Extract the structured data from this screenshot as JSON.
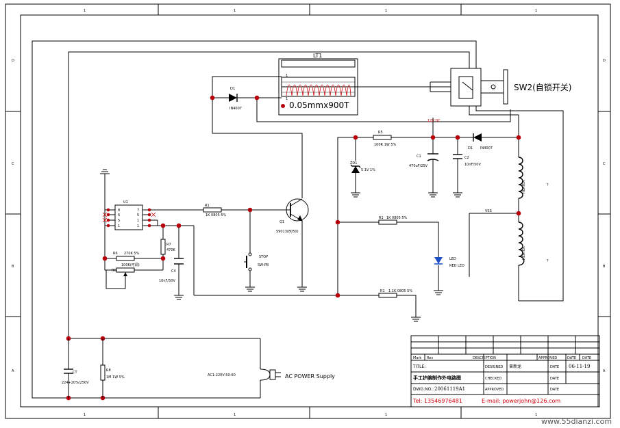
{
  "border": {
    "top_cols": [
      "1",
      "1",
      "1",
      "1"
    ],
    "bottom_cols": [
      "1",
      "1",
      "1",
      "1"
    ],
    "left_rows": [
      "D",
      "C",
      "B",
      "A"
    ],
    "right_rows": [
      "D",
      "C",
      "B",
      "A"
    ]
  },
  "lt1": {
    "name": "LT1",
    "spec": "0.05mmx900T",
    "pin1": "1",
    "pin2": "1"
  },
  "sw2": {
    "label": "SW2(自锁开关)"
  },
  "d1_top": {
    "ref": "D1",
    "part": "IN4007"
  },
  "d1_right": {
    "ref": "D1",
    "part": "IN4007"
  },
  "vcc": {
    "label": "12V DC"
  },
  "r5": {
    "ref": "R5",
    "value": "100R 1W 5%"
  },
  "zd1": {
    "ref": "ZD1",
    "value": "5.1V 1%"
  },
  "c1": {
    "ref": "C1",
    "value": "470uF/25V"
  },
  "c_e": {
    "ref": "C2",
    "value": "10nF/50V"
  },
  "u1": {
    "ref": "U1",
    "pins_left": [
      "8",
      "6",
      "5",
      "1"
    ],
    "pins_right": [
      "7",
      "5",
      "1",
      "1"
    ]
  },
  "r1_base": {
    "ref": "R1",
    "value": "1K 0805 5%"
  },
  "q1": {
    "ref": "Q1",
    "part": "S9013(8050)"
  },
  "stop": {
    "ref": "STOP",
    "part": "SW-PB"
  },
  "r_led": {
    "ref": "R1",
    "value": "1K 0805 5%"
  },
  "led": {
    "ref": "LED",
    "label": "RED LED"
  },
  "r_bot": {
    "ref": "R1",
    "value": "1.1K 0805 5%"
  },
  "r6": {
    "ref": "R6",
    "value": "270K 5%"
  },
  "r4": {
    "ref": "R6",
    "value": "100K(可调)"
  },
  "r_mid": {
    "ref": "R7",
    "value": "470K"
  },
  "c4": {
    "ref": "C4",
    "value": "10nF/50V"
  },
  "heater1": {
    "label": "HEATER",
    "pin": "?"
  },
  "heater2": {
    "label": "HEATER",
    "pin": "?"
  },
  "vss": {
    "label": "VSS"
  },
  "ct": {
    "ref": "CT",
    "value": "224+20%/250V"
  },
  "r8": {
    "ref": "R8",
    "value": "1M 1W 5%"
  },
  "ac_in": {
    "spec": "AC1-220V-50-60",
    "label": "AC POWER Supply"
  },
  "title_block": {
    "row0": [
      "Mark",
      "Rev",
      "DESCRIPTION",
      "APPROVED",
      "DATE",
      "DATE"
    ],
    "title_key": "TITLE:",
    "title_value": "手工护腕制作外电路图",
    "drawn_key": "DESIGNED",
    "drawn_value": "曾新龙",
    "checked_key": "CHECKED",
    "approved_key": "APPROVED",
    "dwg_key": "DWG.NO.:",
    "dwg_value": "20061119A1",
    "date_key": "DATE",
    "date_value": "06-11-19",
    "tel": "Tel: 13546976481",
    "email": "E-mail: powerjohn@126.com"
  },
  "watermark": "www.55dianzi.com"
}
